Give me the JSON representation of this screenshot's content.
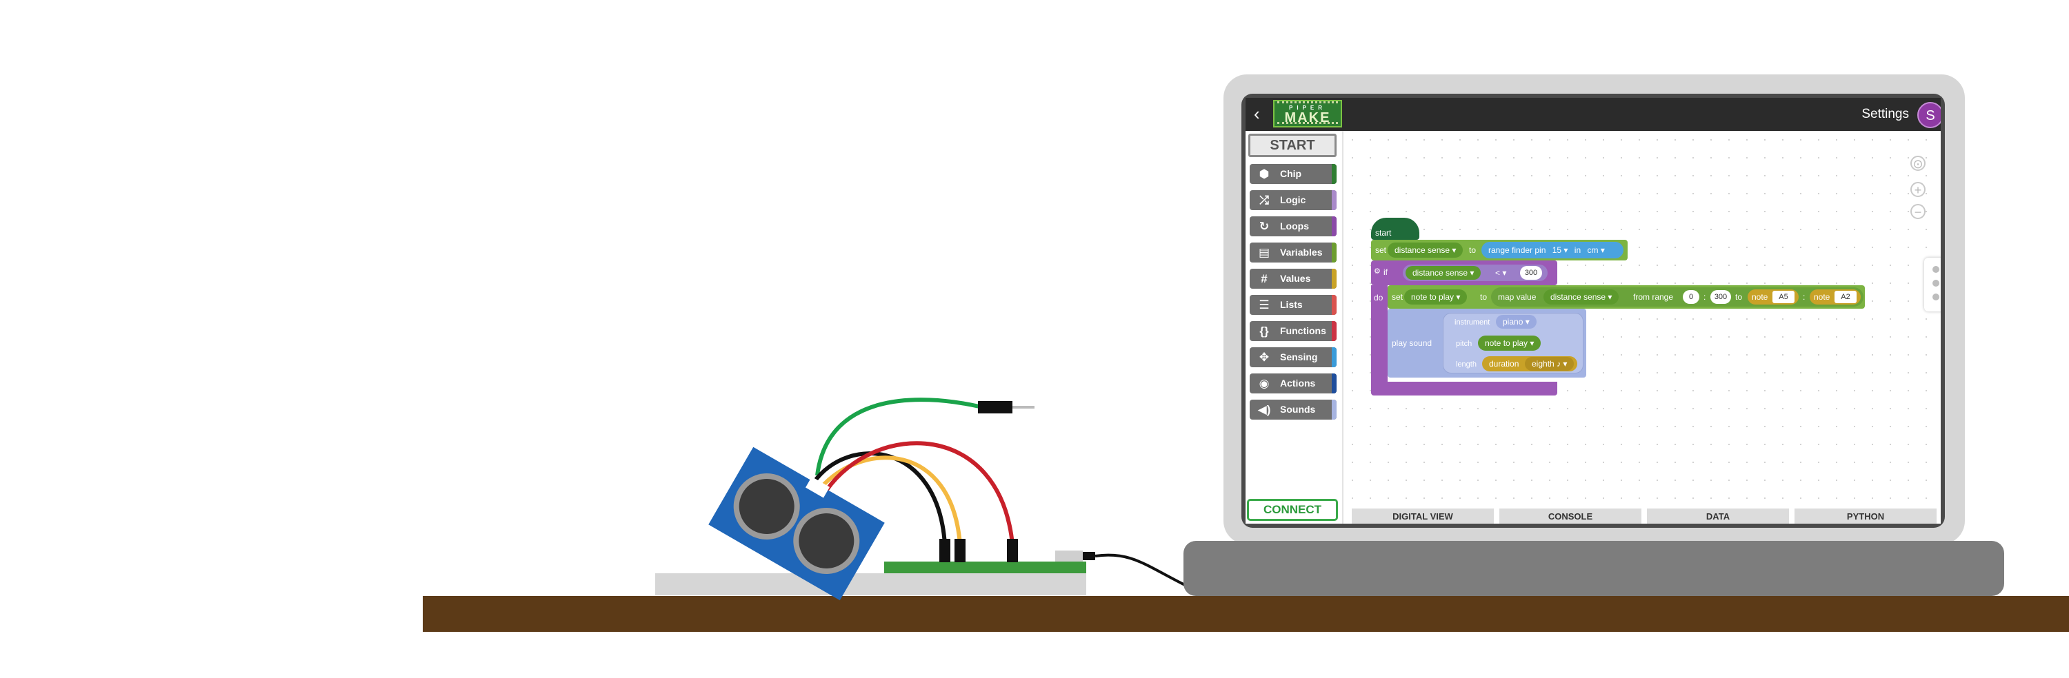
{
  "app": {
    "logo_top": "PIPER",
    "logo_bottom": "MAKE",
    "back_icon": "chevron-left-icon",
    "settings_label": "Settings",
    "avatar_initial": "S"
  },
  "sidebar": {
    "start_label": "START",
    "connect_label": "CONNECT",
    "categories": [
      {
        "label": "Chip",
        "icon": "chip-icon",
        "color": "#2f7d32"
      },
      {
        "label": "Logic",
        "icon": "logic-icon",
        "color": "#a98ac9"
      },
      {
        "label": "Loops",
        "icon": "loop-icon",
        "color": "#8b4aa8"
      },
      {
        "label": "Variables",
        "icon": "variables-icon",
        "color": "#6c9d2f"
      },
      {
        "label": "Values",
        "icon": "hash-icon",
        "color": "#c9a227"
      },
      {
        "label": "Lists",
        "icon": "list-icon",
        "color": "#d9534f"
      },
      {
        "label": "Functions",
        "icon": "braces-icon",
        "color": "#cc3344"
      },
      {
        "label": "Sensing",
        "icon": "sensing-icon",
        "color": "#3a9bd9"
      },
      {
        "label": "Actions",
        "icon": "target-icon",
        "color": "#1f4e9c"
      },
      {
        "label": "Sounds",
        "icon": "speaker-icon",
        "color": "#a7b4e0"
      }
    ]
  },
  "tabs": [
    "DIGITAL VIEW",
    "CONSOLE",
    "DATA",
    "PYTHON"
  ],
  "program": {
    "start": "start",
    "set1": {
      "kw": "set",
      "var": "distance sense",
      "to": "to",
      "fn": "range finder pin",
      "pin": "15",
      "in": "in",
      "unit": "cm"
    },
    "if_block": {
      "kw": "if",
      "var": "distance sense",
      "op": "< ▾",
      "value": "300",
      "do": "do"
    },
    "set2": {
      "kw": "set",
      "var": "note to play",
      "to": "to",
      "fn": "map value",
      "src": "distance sense",
      "from": "from range",
      "lo": "0",
      "colon1": ":",
      "hi": "300",
      "to2": "to",
      "note1_kw": "note",
      "note1": "A5",
      "colon2": ":",
      "note2_kw": "note",
      "note2": "A2"
    },
    "sound": {
      "label": "play sound",
      "inst_kw": "instrument",
      "inst": "piano",
      "pitch_kw": "pitch",
      "pitch": "note to play",
      "len_kw": "length",
      "dur_kw": "duration",
      "dur": "eighth ♪"
    }
  },
  "colors": {
    "start": "#1f6b3a",
    "variables": "#7cb342",
    "sensing": "#4aa3df",
    "logic": "#9b7ec8",
    "loops": "#9c59b6",
    "values": "#c9a227",
    "sound": "#a3b3e3",
    "table": "#5c3a17",
    "breadboard": "#3c9a3c",
    "sensor": "#1f66b8"
  }
}
